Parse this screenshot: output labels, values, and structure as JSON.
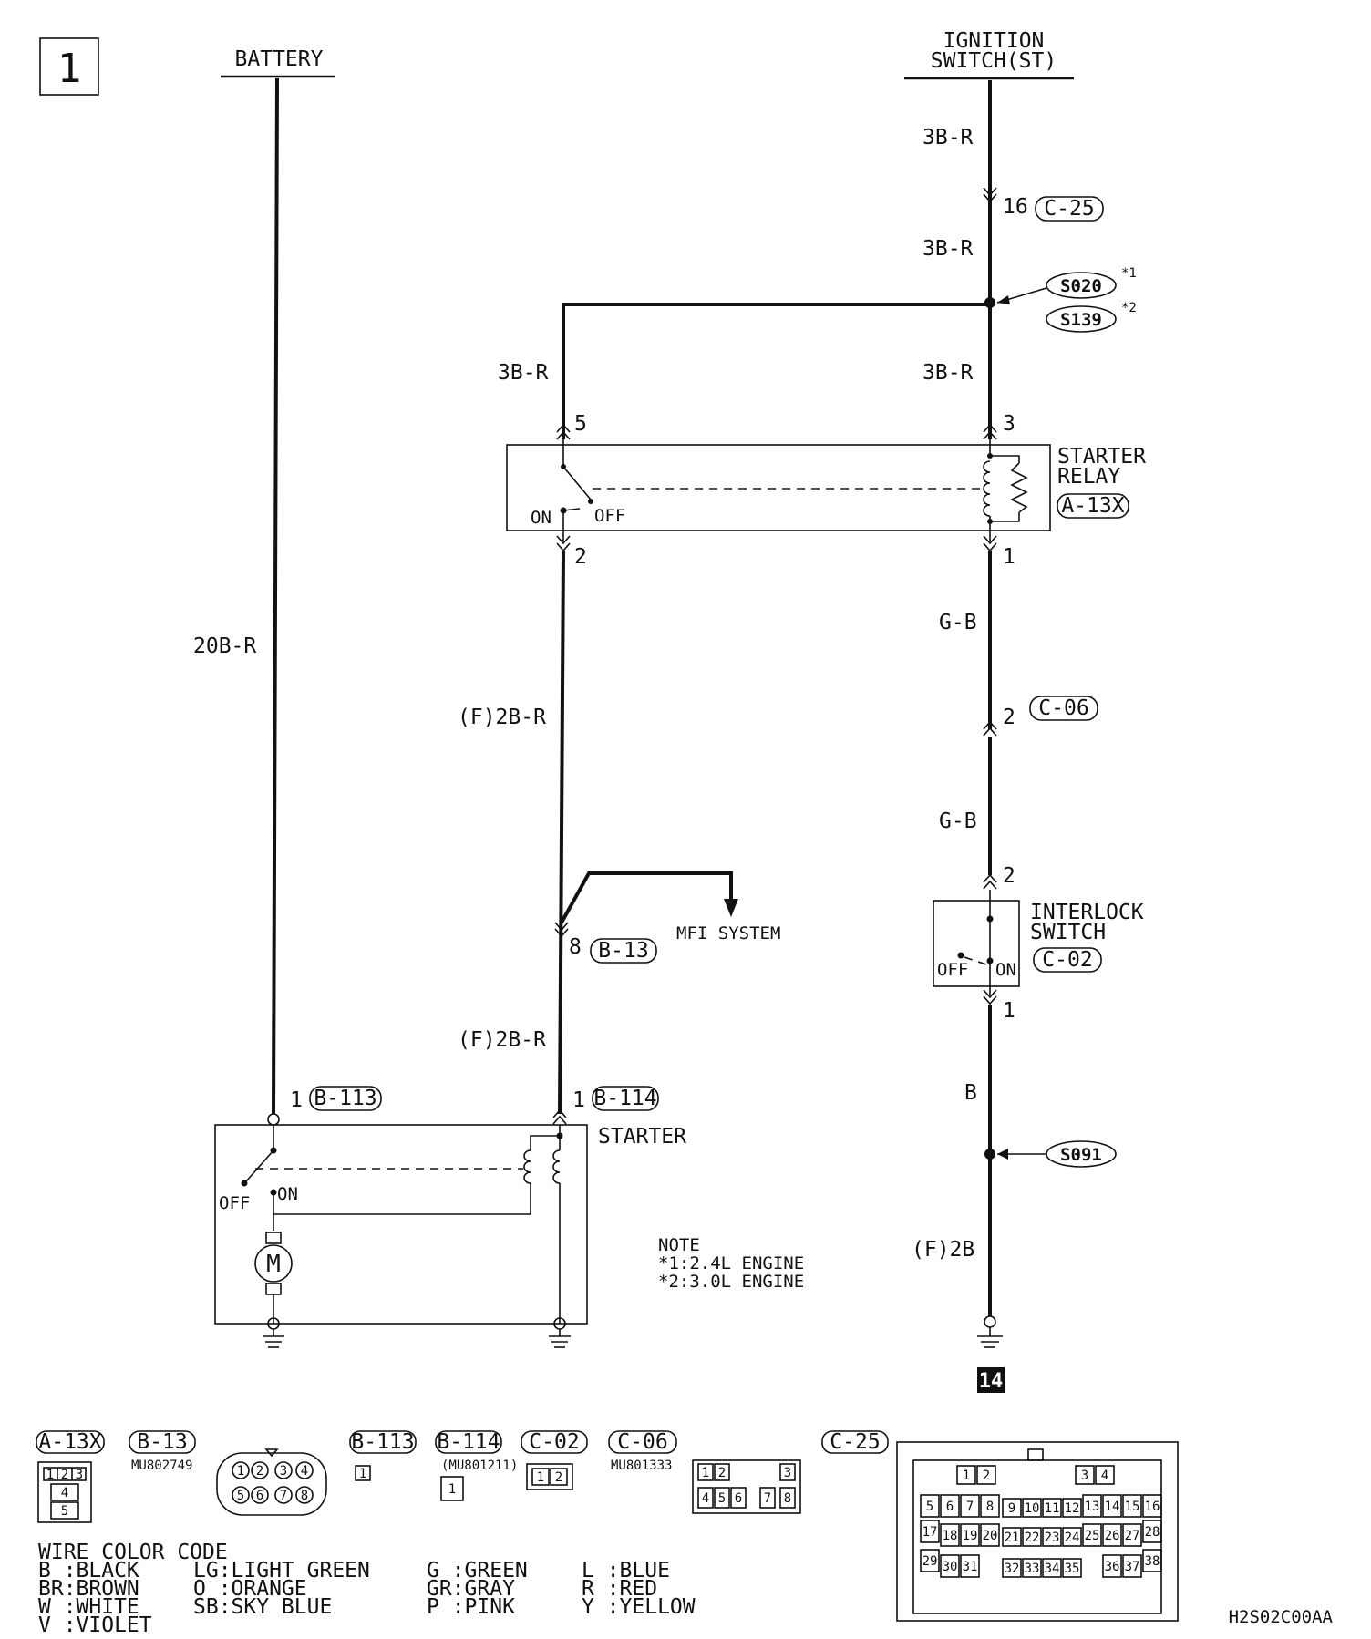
{
  "page_number": "1",
  "sources": {
    "battery": "BATTERY",
    "ignition_line1": "IGNITION",
    "ignition_line2": "SWITCH(ST)"
  },
  "wires": {
    "battery_wire": "20B-R",
    "ign_upper": "3B-R",
    "ign_mid": "3B-R",
    "relay_left_in": "3B-R",
    "relay_right_in": "3B-R",
    "relay_to_mfi": "(F)2B-R",
    "mfi_to_starter": "(F)2B-R",
    "relay_out": "G-B",
    "c06_to_interlock": "G-B",
    "interlock_out": "B",
    "to_ground": "(F)2B"
  },
  "connectors": {
    "c25": {
      "id": "C-25",
      "pin": "16"
    },
    "c06": {
      "id": "C-06",
      "pin": "2"
    },
    "b13": {
      "id": "B-13",
      "pin": "8"
    },
    "b113": {
      "id": "B-113",
      "pin": "1"
    },
    "b114": {
      "id": "B-114",
      "pin": "1"
    }
  },
  "splices": {
    "s020": {
      "id": "S020",
      "note": "*1"
    },
    "s139": {
      "id": "S139",
      "note": "*2"
    },
    "s091": {
      "id": "S091"
    }
  },
  "starter_relay": {
    "line1": "STARTER",
    "line2": "RELAY",
    "id": "A-13X",
    "pin_5": "5",
    "pin_3": "3",
    "pin_2": "2",
    "pin_1": "1",
    "on": "ON",
    "off": "OFF"
  },
  "interlock_switch": {
    "line1": "INTERLOCK",
    "line2": "SWITCH",
    "id": "C-02",
    "pin_top": "2",
    "pin_bottom": "1",
    "on": "ON",
    "off": "OFF"
  },
  "starter": {
    "label": "STARTER",
    "on": "ON",
    "off": "OFF",
    "motor": "M"
  },
  "mfi_system": "MFI SYSTEM",
  "ground_ref": "14",
  "note": {
    "title": "NOTE",
    "line1": "*1:2.4L ENGINE",
    "line2": "*2:3.0L ENGINE"
  },
  "connector_views": {
    "a13x": {
      "id": "A-13X",
      "pins": [
        "1",
        "2",
        "3",
        "4",
        "5"
      ]
    },
    "b13": {
      "id": "B-13",
      "part": "MU802749",
      "pins": [
        "1",
        "2",
        "3",
        "4",
        "5",
        "6",
        "7",
        "8"
      ]
    },
    "b113": {
      "id": "B-113",
      "pins": [
        "1"
      ]
    },
    "b114": {
      "id": "B-114",
      "part": "(MU801211)",
      "pins": [
        "1"
      ]
    },
    "c02": {
      "id": "C-02",
      "pins": [
        "1",
        "2"
      ]
    },
    "c06": {
      "id": "C-06",
      "part": "MU801333",
      "pins": [
        "1",
        "2",
        "3",
        "4",
        "5",
        "6",
        "7",
        "8"
      ]
    },
    "c25": {
      "id": "C-25",
      "pins": [
        "1",
        "2",
        "3",
        "4",
        "5",
        "6",
        "7",
        "8",
        "9",
        "10",
        "11",
        "12",
        "13",
        "14",
        "15",
        "16",
        "17",
        "18",
        "19",
        "20",
        "21",
        "22",
        "23",
        "24",
        "25",
        "26",
        "27",
        "28",
        "29",
        "30",
        "31",
        "32",
        "33",
        "34",
        "35",
        "36",
        "37",
        "38"
      ]
    }
  },
  "wire_color_code": {
    "title": "WIRE COLOR CODE",
    "codes": [
      "B :BLACK",
      "LG:LIGHT GREEN",
      "G :GREEN",
      "L :BLUE",
      "BR:BROWN",
      "O :ORANGE",
      "GR:GRAY",
      "R :RED",
      "W :WHITE",
      "SB:SKY BLUE",
      "P :PINK",
      "Y :YELLOW",
      "V :VIOLET"
    ]
  },
  "diagram_code": "H2S02C00AA"
}
